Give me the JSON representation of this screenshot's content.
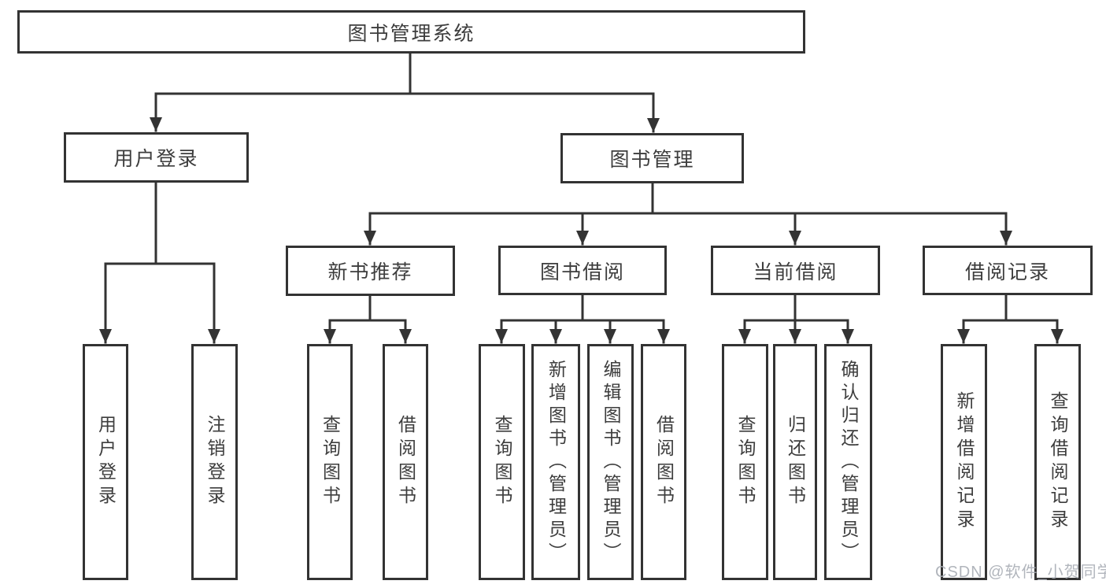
{
  "diagram_title": "图书管理系统",
  "tree": {
    "root": {
      "label": "图书管理系统",
      "children": [
        {
          "label": "用户登录",
          "children": [
            {
              "label": "用户登录"
            },
            {
              "label": "注销登录"
            }
          ]
        },
        {
          "label": "图书管理",
          "children": [
            {
              "label": "新书推荐",
              "children": [
                {
                  "label": "查询图书"
                },
                {
                  "label": "借阅图书"
                }
              ]
            },
            {
              "label": "图书借阅",
              "children": [
                {
                  "label": "查询图书"
                },
                {
                  "label": "新增图书（管理员）"
                },
                {
                  "label": "编辑图书（管理员）"
                },
                {
                  "label": "借阅图书"
                }
              ]
            },
            {
              "label": "当前借阅",
              "children": [
                {
                  "label": "查询图书"
                },
                {
                  "label": "归还图书"
                },
                {
                  "label": "确认归还（管理员）"
                }
              ]
            },
            {
              "label": "借阅记录",
              "children": [
                {
                  "label": "新增借阅记录"
                },
                {
                  "label": "查询借阅记录"
                }
              ]
            }
          ]
        }
      ]
    }
  },
  "watermark": {
    "text": "CSDN @软件_小贺同学"
  },
  "colors": {
    "line": "#333333",
    "box_border": "#333333",
    "text": "#3d3d3d",
    "watermark": "#a9aeb5",
    "background": "#ffffff"
  }
}
